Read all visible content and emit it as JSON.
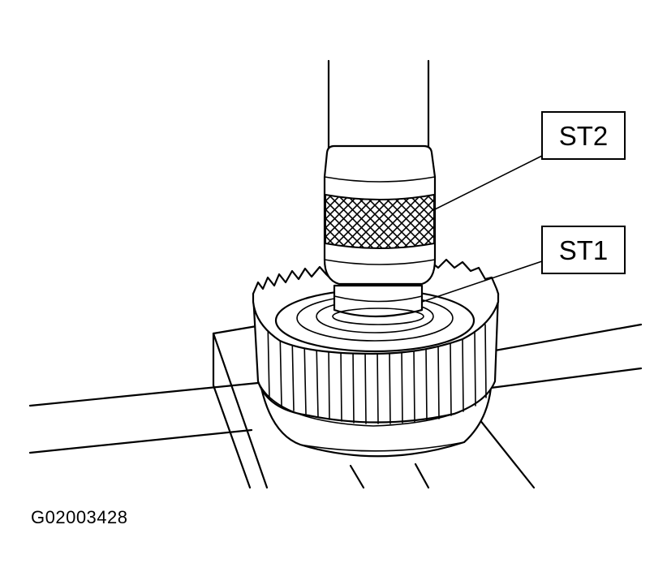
{
  "callouts": {
    "st2": "ST2",
    "st1": "ST1"
  },
  "figure_id": "G02003428",
  "colors": {
    "ink": "#000000",
    "paper": "#ffffff"
  }
}
